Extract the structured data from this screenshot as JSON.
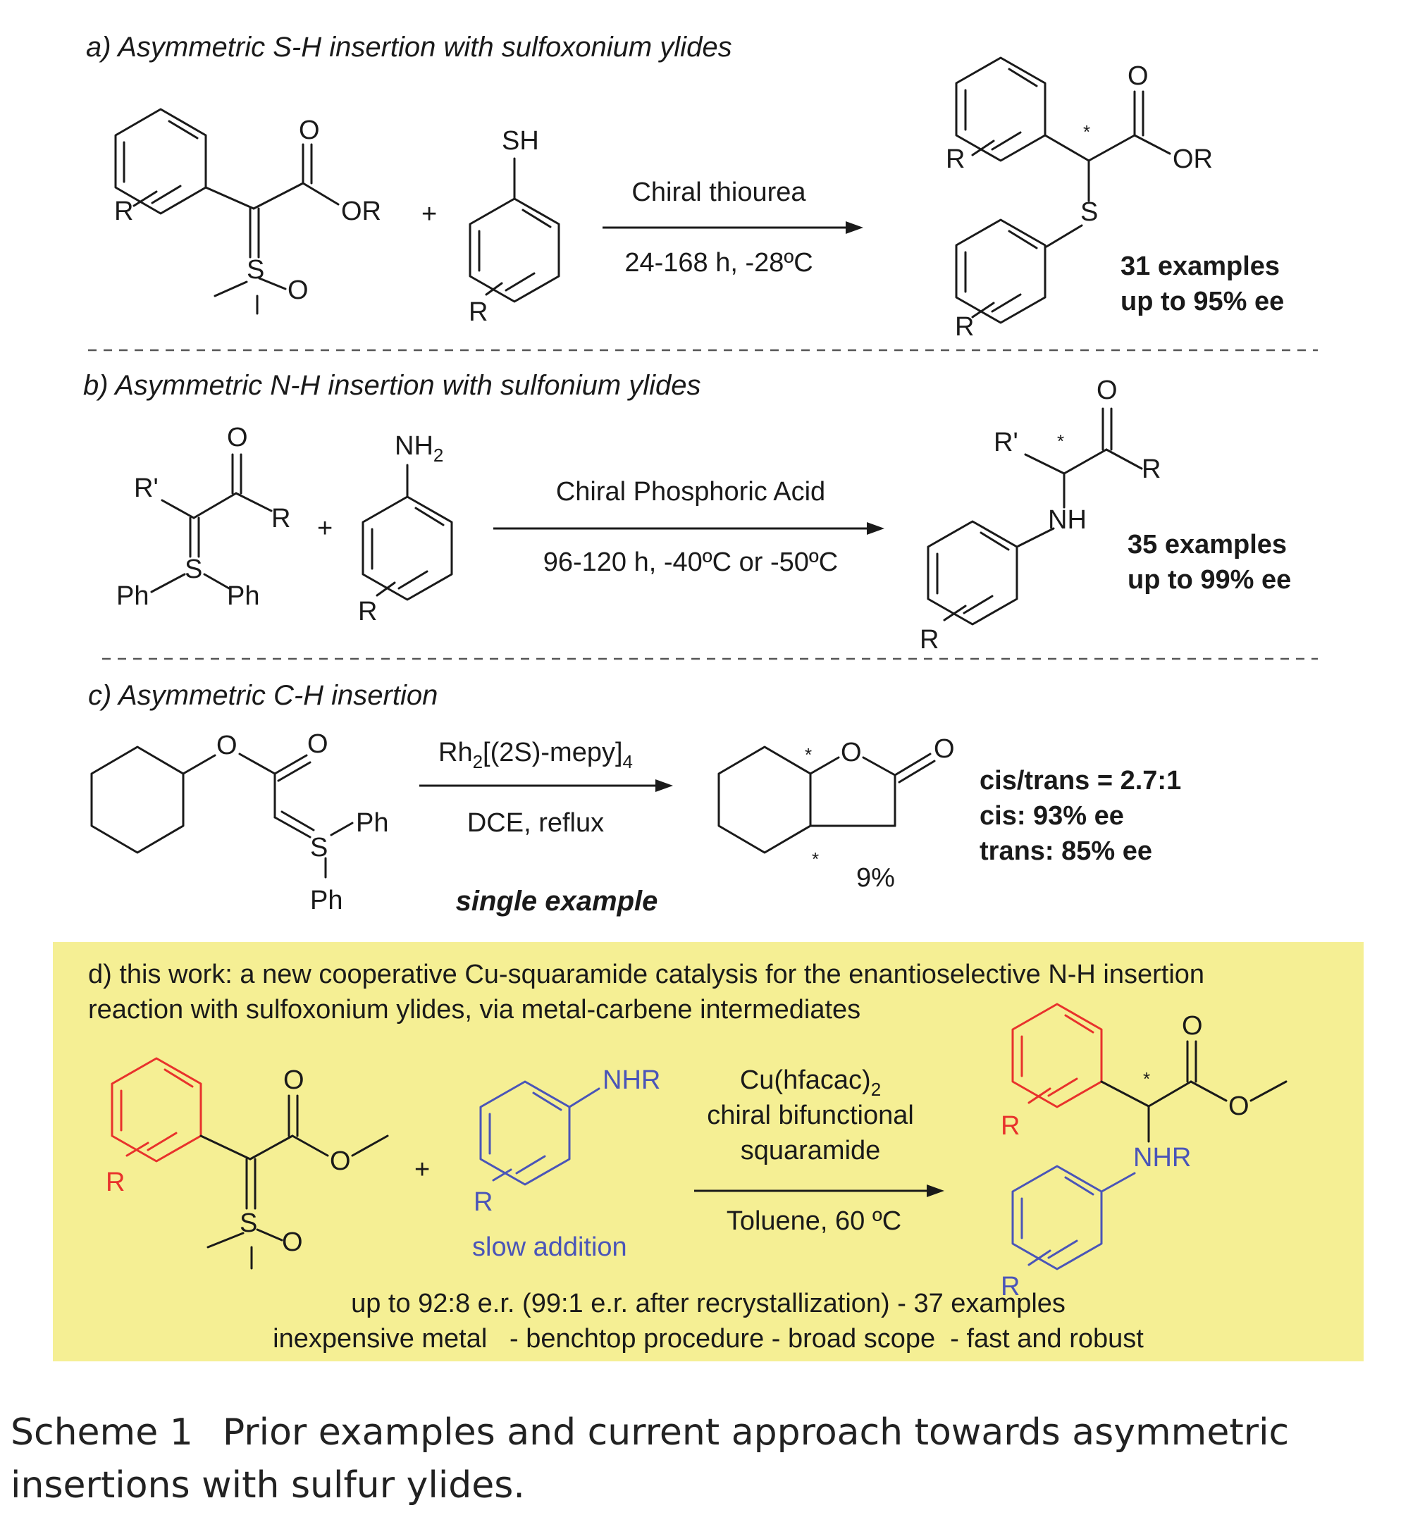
{
  "panel_a": {
    "heading": "a) Asymmetric S-H insertion with sulfoxonium ylides",
    "reagent_top": "Chiral thiourea",
    "reagent_bottom": "24-168 h, -28ºC",
    "result_1": "31 examples",
    "result_2": "up to 95% ee",
    "atoms": {
      "OR": "OR",
      "R": "R",
      "O": "O",
      "S": "S",
      "SH": "SH",
      "plus": "+",
      "star": "*"
    }
  },
  "panel_b": {
    "heading": "b) Asymmetric N-H insertion with sulfonium ylides",
    "reagent_top": "Chiral Phosphoric Acid",
    "reagent_bottom": "96-120 h, -40ºC or -50ºC",
    "result_1": "35 examples",
    "result_2": "up to 99% ee",
    "atoms": {
      "Rp": "R'",
      "R": "R",
      "O": "O",
      "S": "S",
      "Ph": "Ph",
      "NH2": "NH",
      "sub2": "2",
      "NH": "NH"
    }
  },
  "panel_c": {
    "heading": "c) Asymmetric C-H insertion",
    "reagent_top_a": "Rh",
    "reagent_top_sub": "2",
    "reagent_top_b": "[(2S)-mepy]",
    "reagent_top_sub2": "4",
    "reagent_bottom": "DCE, reflux",
    "note": "single example",
    "yield": "9%",
    "result_1": "cis/trans = 2.7:1",
    "result_2": "cis: 93% ee",
    "result_3": "trans: 85% ee",
    "atoms": {
      "O": "O",
      "S": "S",
      "Ph": "Ph"
    }
  },
  "panel_d": {
    "heading_1": "d) this work: a new cooperative Cu-squaramide catalysis for the enantioselective N-H insertion",
    "heading_2": "reaction with sulfoxonium ylides, via metal-carbene intermediates",
    "reagent_1a": "Cu(hfacac)",
    "reagent_1sub": "2",
    "reagent_2": "chiral bifunctional",
    "reagent_3": "squaramide",
    "reagent_bottom": "Toluene, 60 ºC",
    "slow_addition": "slow addition",
    "summary_1": "up to 92:8 e.r. (99:1 e.r. after recrystallization) - 37 examples",
    "summary_2": "inexpensive metal   - benchtop procedure - broad scope  - fast and robust",
    "atoms": {
      "NHR": "NHR",
      "R": "R",
      "O": "O",
      "S": "S",
      "plus": "+"
    }
  },
  "caption": {
    "label": "Scheme 1",
    "line_1": "Prior examples and current approach towards asymmetric",
    "line_2": "insertions with sulfur ylides."
  },
  "colors": {
    "highlight_box": "#f5ef94",
    "red": "#e8322c",
    "blue": "#4a55b8"
  }
}
